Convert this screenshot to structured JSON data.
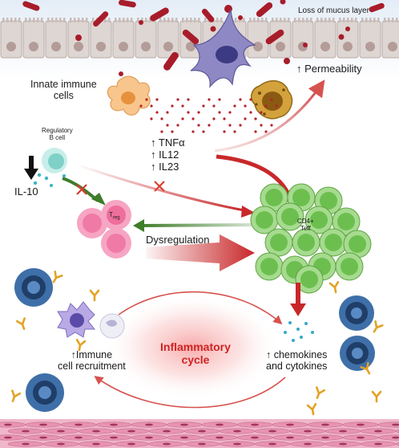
{
  "labels": {
    "loss_mucus": "Loss of mucus layer",
    "permeability": "↑ Permeability",
    "innate_cells": [
      "Innate immune",
      "cells"
    ],
    "regulatory_b": [
      "Regulatory",
      "B cell"
    ],
    "il10": "IL-10",
    "cytokines": [
      "↑ TNFα",
      "↑ IL12",
      "↑ IL23"
    ],
    "dysregulation": "Dysregulation",
    "immune_recruit": [
      "↑Immune",
      "cell recruitment"
    ],
    "chemokines": [
      "↑ chemokines",
      "and cytokines"
    ],
    "inflammatory_cycle": [
      "Inflammatory",
      "cycle"
    ],
    "cd4": [
      "CD4+",
      "Teff"
    ],
    "treg": "T",
    "treg_sub": "reg"
  },
  "colors": {
    "epithelium": "#ded6d2",
    "epithelium_nucleus": "#b49c98",
    "bacteria": "#a81c2a",
    "cd4_cell": "#6cbf4f",
    "treg_cell": "#f48bb0",
    "breg_cell": "#7fd1c8",
    "red_arrow": "#c8282a",
    "green_arrow": "#3e7d2a",
    "muscle": "#e8a0ba"
  }
}
